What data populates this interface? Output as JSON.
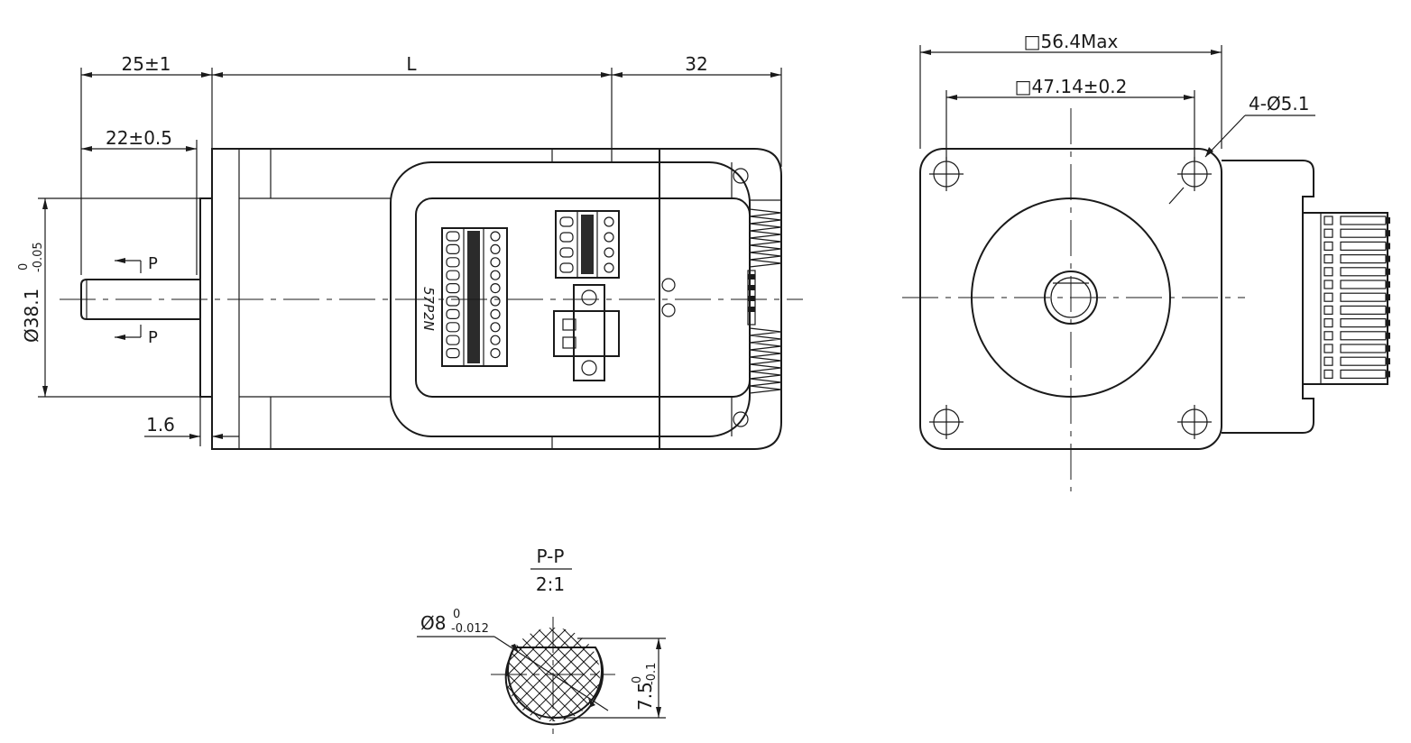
{
  "side_view": {
    "dim_shaft_length": "25±1",
    "dim_body_length": "L",
    "dim_connector_length": "32",
    "dim_flat_length": "22±0.5",
    "dim_flange_thickness": "1.6",
    "dim_pilot_diameter": "Ø38.1",
    "dim_pilot_tol_upper": "0",
    "dim_pilot_tol_lower": "-0.05",
    "section_mark": "P",
    "driver_label": "57P2N"
  },
  "front_view": {
    "dim_frame_size": "□56.4Max",
    "dim_hole_spacing": "□47.14±0.2",
    "dim_mount_holes": "4-Ø5.1"
  },
  "section_view": {
    "title": "P-P",
    "scale": "2:1",
    "dim_shaft_diameter": "Ø8",
    "dim_shaft_tol_upper": "0",
    "dim_shaft_tol_lower": "-0.012",
    "dim_flat": "7.5",
    "dim_flat_tol_upper": "0",
    "dim_flat_tol_lower": "-0.1"
  }
}
